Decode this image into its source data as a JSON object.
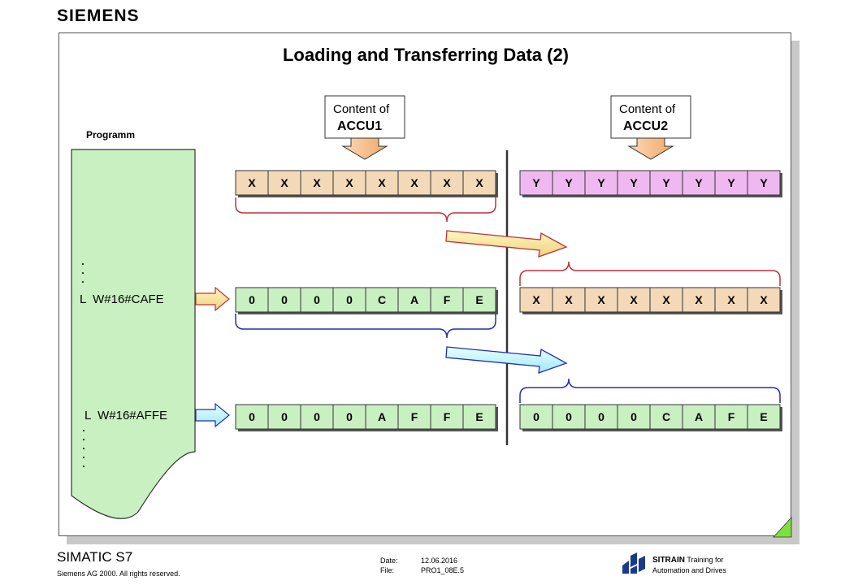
{
  "header": {
    "logo": "SIEMENS",
    "title": "Loading and Transferring Data (2)"
  },
  "diagram": {
    "program_label": "Programm",
    "accu1_caption": "Content of",
    "accu1_name": "ACCU1",
    "accu2_caption": "Content of",
    "accu2_name": "ACCU2",
    "instruction1": "L  W#16#CAFE",
    "instruction2": "L  W#16#AFFE",
    "rows": [
      {
        "accu1": [
          "X",
          "X",
          "X",
          "X",
          "X",
          "X",
          "X",
          "X"
        ],
        "accu2": [
          "Y",
          "Y",
          "Y",
          "Y",
          "Y",
          "Y",
          "Y",
          "Y"
        ]
      },
      {
        "accu1": [
          "0",
          "0",
          "0",
          "0",
          "C",
          "A",
          "F",
          "E"
        ],
        "accu2": [
          "X",
          "X",
          "X",
          "X",
          "X",
          "X",
          "X",
          "X"
        ]
      },
      {
        "accu1": [
          "0",
          "0",
          "0",
          "0",
          "A",
          "F",
          "F",
          "E"
        ],
        "accu2": [
          "0",
          "0",
          "0",
          "0",
          "C",
          "A",
          "F",
          "E"
        ]
      }
    ],
    "colors": {
      "x_cell": "#f3d9b8",
      "y_cell": "#f0b8f0",
      "hex_cell": "#c8f0c0",
      "program_box": "#c8f0c0",
      "accu_label": "#f6c9a0",
      "brace_red": "#c0303a",
      "brace_blue": "#2030b0"
    }
  },
  "footer": {
    "product": "SIMATIC S7",
    "copyright": "Siemens AG 2000. All rights reserved.",
    "date_label": "Date:",
    "date_value": "12.06.2016",
    "file_label": "File:",
    "file_value": "PRO1_08E.5",
    "brand": "SITRAIN",
    "brand_tagline1": "Training for",
    "brand_tagline2": "Automation and Drives"
  }
}
